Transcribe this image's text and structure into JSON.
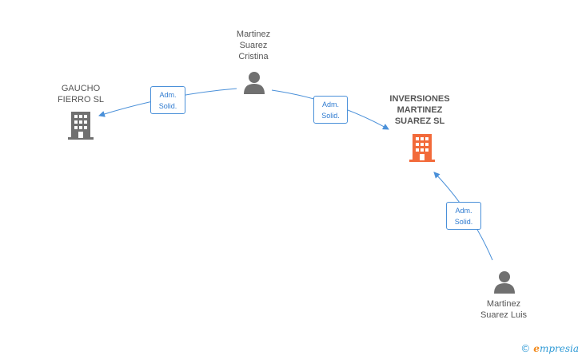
{
  "nodes": {
    "cristina": {
      "label": [
        "Martinez",
        "Suarez",
        "Cristina"
      ],
      "type": "person"
    },
    "gaucho": {
      "label": [
        "GAUCHO",
        "FIERRO SL"
      ],
      "type": "company"
    },
    "inversiones": {
      "label": [
        "INVERSIONES",
        "MARTINEZ",
        "SUAREZ SL"
      ],
      "type": "company-main"
    },
    "luis": {
      "label": [
        "Martinez",
        "Suarez Luis"
      ],
      "type": "person"
    }
  },
  "edges": [
    {
      "from": "cristina",
      "to": "gaucho",
      "label": [
        "Adm.",
        "Solid."
      ]
    },
    {
      "from": "cristina",
      "to": "inversiones",
      "label": [
        "Adm.",
        "Solid."
      ]
    },
    {
      "from": "luis",
      "to": "inversiones",
      "label": [
        "Adm.",
        "Solid."
      ]
    }
  ],
  "colors": {
    "edge": "#4a90d9",
    "person_icon": "#707070",
    "company_icon": "#707070",
    "main_company_icon": "#f26a3a"
  },
  "watermark": {
    "symbol": "©",
    "brand_initial": "e",
    "brand_rest": "mpresia"
  }
}
